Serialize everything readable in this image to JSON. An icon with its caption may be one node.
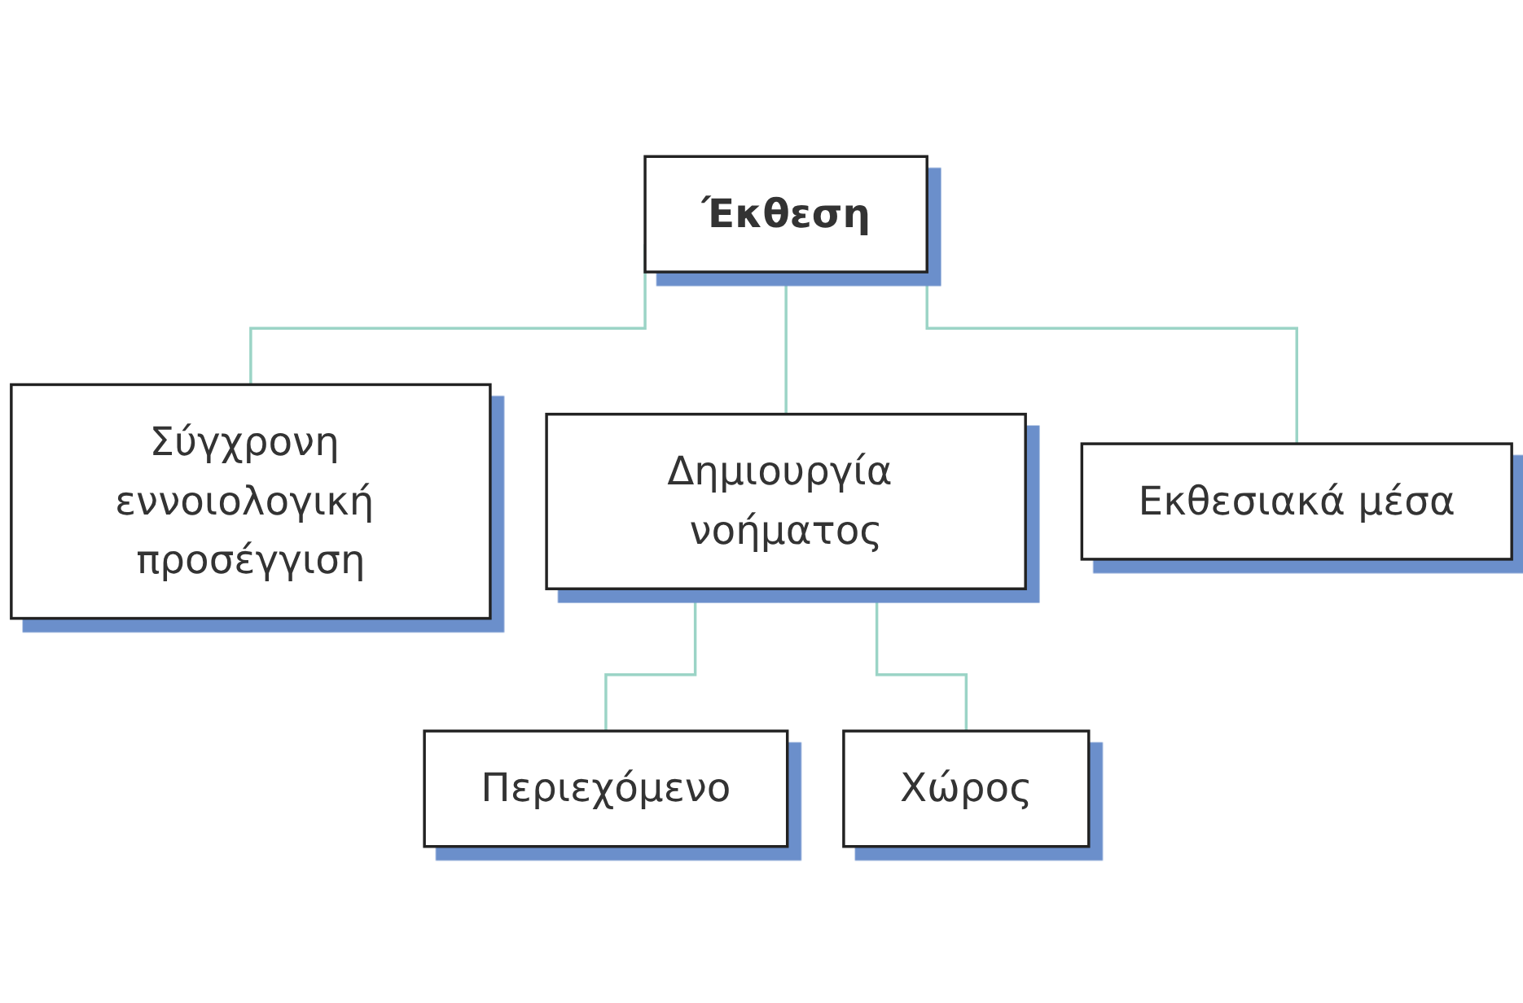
{
  "diagram": {
    "nodes": [
      {
        "text": [
          "Έκθεση"
        ]
      },
      {
        "text": [
          "Σύγχρονη εννοιολογική προσέγγιση"
        ]
      },
      {
        "text": [
          "Δημιουργία νοήματος"
        ]
      },
      {
        "text": [
          "Εκθεσιακά μέσα"
        ]
      },
      {
        "text": [
          "Περιεχόμενο"
        ]
      },
      {
        "text": [
          "Χώρος"
        ]
      }
    ],
    "edges": [
      {
        "from": 0,
        "to": 1,
        "arrow": "none"
      },
      {
        "from": 0,
        "to": 2,
        "arrow": "none"
      },
      {
        "from": 0,
        "to": 3,
        "arrow": "none"
      },
      {
        "from": 2,
        "to": 4,
        "arrow": "none"
      },
      {
        "from": 2,
        "to": 5,
        "arrow": "none"
      }
    ]
  }
}
